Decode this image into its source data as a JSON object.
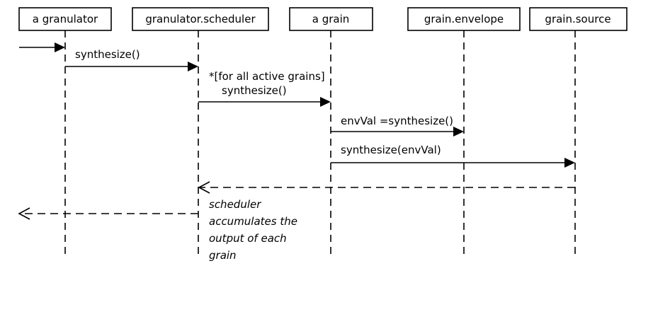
{
  "lifelines": [
    {
      "id": "granulator",
      "label": "a granulator"
    },
    {
      "id": "scheduler",
      "label": "granulator.scheduler"
    },
    {
      "id": "grain",
      "label": "a grain"
    },
    {
      "id": "envelope",
      "label": "grain.envelope"
    },
    {
      "id": "source",
      "label": "grain.source"
    }
  ],
  "messages": {
    "entry": {
      "label": ""
    },
    "m1": {
      "label": "synthesize()"
    },
    "m2": {
      "label_line1": "*[for all active grains]",
      "label_line2": "synthesize()"
    },
    "m3": {
      "label": "envVal =synthesize()"
    },
    "m4": {
      "label": "synthesize(envVal)"
    },
    "r1": {
      "label": ""
    },
    "r2": {
      "label": ""
    }
  },
  "note": {
    "lines": [
      "scheduler",
      "accumulates the",
      "output of each",
      "grain"
    ]
  }
}
